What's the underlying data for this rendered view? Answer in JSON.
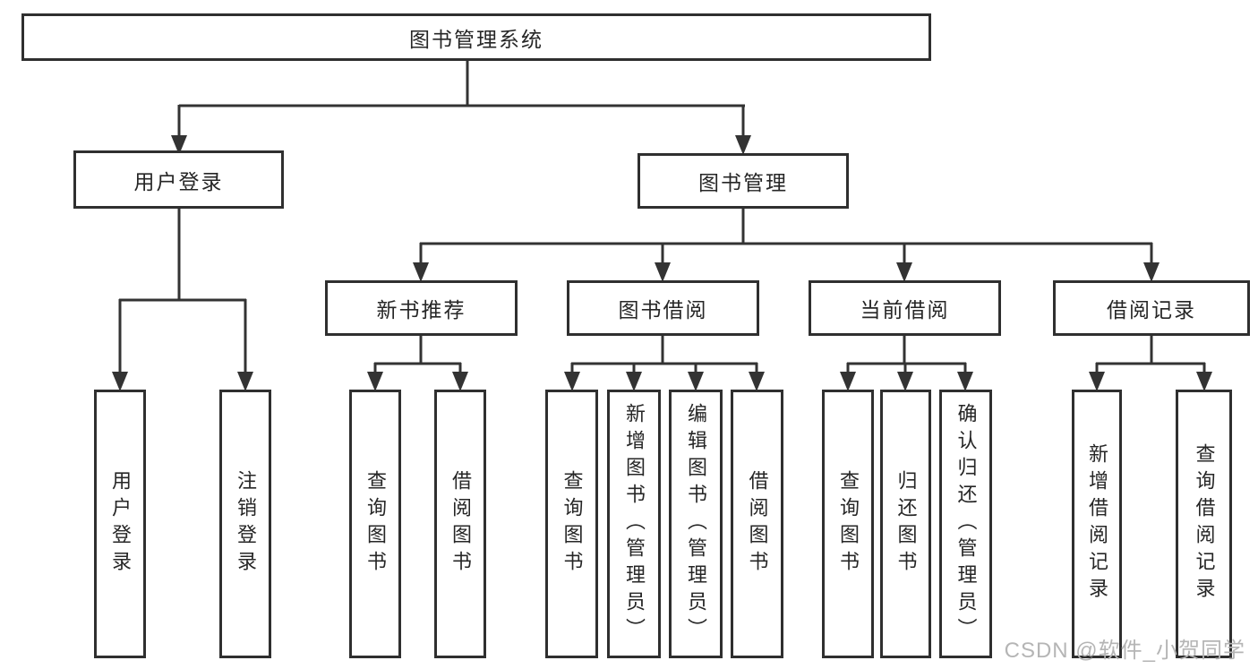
{
  "diagram": {
    "root": {
      "label": "图书管理系统",
      "children": [
        {
          "label": "用户登录",
          "children": [
            {
              "label": "用户登录"
            },
            {
              "label": "注销登录"
            }
          ]
        },
        {
          "label": "图书管理",
          "children": [
            {
              "label": "新书推荐",
              "children": [
                {
                  "label": "查询图书"
                },
                {
                  "label": "借阅图书"
                }
              ]
            },
            {
              "label": "图书借阅",
              "children": [
                {
                  "label": "查询图书"
                },
                {
                  "label": "新增图书（管理员）"
                },
                {
                  "label": "编辑图书（管理员）"
                },
                {
                  "label": "借阅图书"
                }
              ]
            },
            {
              "label": "当前借阅",
              "children": [
                {
                  "label": "查询图书"
                },
                {
                  "label": "归还图书"
                },
                {
                  "label": "确认归还（管理员）"
                }
              ]
            },
            {
              "label": "借阅记录",
              "children": [
                {
                  "label": "新增借阅记录"
                },
                {
                  "label": "查询借阅记录"
                }
              ]
            }
          ]
        }
      ]
    }
  },
  "watermark": {
    "text": "CSDN @软件_小贺同学"
  },
  "colors": {
    "background": "#ffffff",
    "box_border": "#2f2f2f",
    "line": "#333333",
    "text": "#262626",
    "watermark": "#b5b5b5"
  }
}
